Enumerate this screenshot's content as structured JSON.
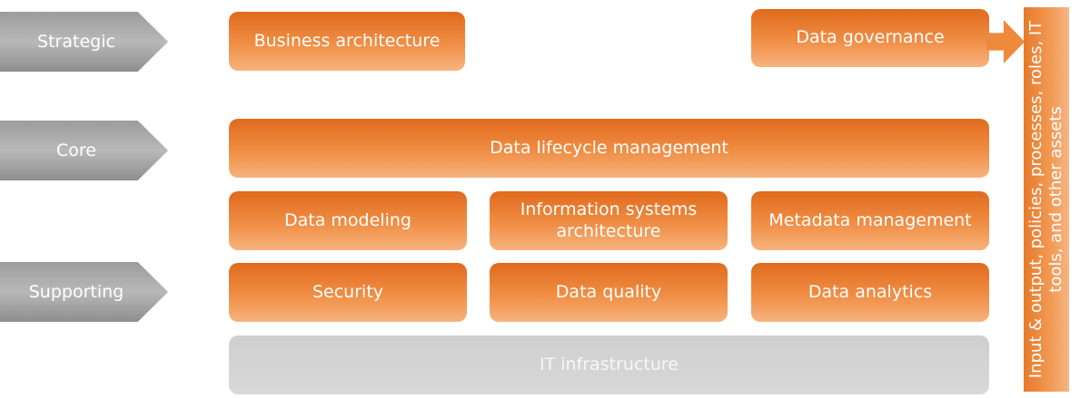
{
  "levels": {
    "strategic": "Strategic",
    "core": "Core",
    "supporting": "Supporting"
  },
  "boxes": {
    "business_architecture": "Business architecture",
    "data_governance": "Data governance",
    "data_lifecycle_management": "Data lifecycle management",
    "data_modeling": "Data modeling",
    "information_systems_architecture": "Information systems architecture",
    "metadata_management": "Metadata management",
    "security": "Security",
    "data_quality": "Data quality",
    "data_analytics": "Data analytics",
    "it_infrastructure": "IT infrastructure"
  },
  "side_bar": {
    "text": "Input & output, policies, processes, roles, IT tools, and other assets"
  },
  "colors": {
    "orange": "#f08e45",
    "grey_chevron": "#a8a8a8",
    "grey_box": "#d3d3d3"
  }
}
